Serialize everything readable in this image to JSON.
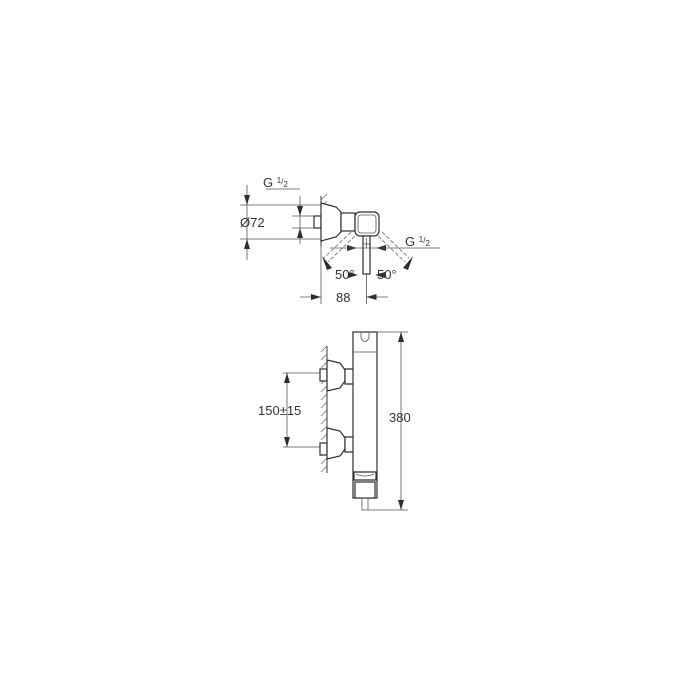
{
  "diagram": {
    "type": "technical-drawing",
    "subject": "wall-mounted thermostatic shower mixer",
    "stroke_color": "#333333",
    "background": "#ffffff",
    "top_view": {
      "thread_label_top": {
        "main": "G",
        "sup": "1",
        "sub": "2"
      },
      "diameter_label": "Ø72",
      "thread_label_right": {
        "main": "G",
        "sup": "1",
        "sub": "2"
      },
      "angle_left": "50°",
      "angle_right": "50°",
      "depth_label": "88"
    },
    "front_view": {
      "spacing_label": "150±15",
      "height_label": "380"
    }
  }
}
